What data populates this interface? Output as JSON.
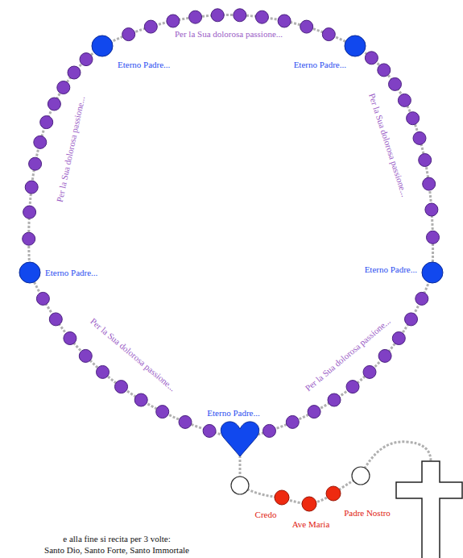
{
  "diagram": {
    "labels": [
      "Per la Sua dolorosa passione...",
      "Eterno Padre...",
      "Eterno Padre...",
      "Per la Sua dolorosa passione...",
      "Per la Sua dolorosa passione...",
      "Eterno Padre...",
      "Eterno Padre...",
      "Per la Sua dolorosa passione...",
      "Per la Sua dolorosa passione...",
      "Eterno Padre...",
      "Credo",
      "Padre Nostro",
      "Ave Maria",
      "e alla fine si recita per 3 volte:",
      "Santo Dio, Santo Forte, Santo Immortale"
    ]
  }
}
